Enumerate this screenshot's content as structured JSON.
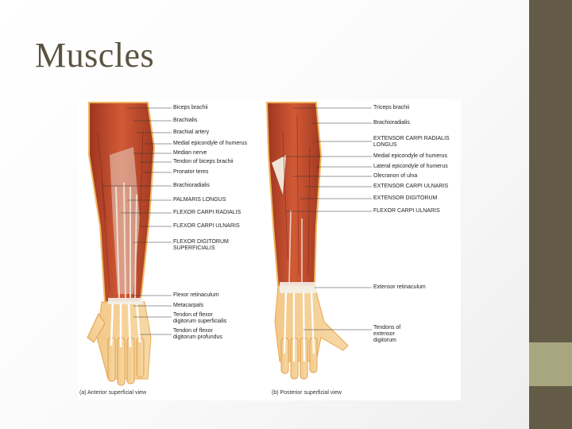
{
  "slide": {
    "title": "Muscles",
    "colors": {
      "sidebar": "#635b45",
      "sidebar_accent": "#a8a67e",
      "title": "#5a5440",
      "muscle": "#c0482a"
    }
  },
  "figure": {
    "anterior": {
      "caption": "(a) Anterior superficial view",
      "labels": [
        "Biceps brachii",
        "Brachialis",
        "Brachial artery",
        "Medial epicondyle of humerus",
        "Median nerve",
        "Tendon of biceps brachii",
        "Pronator teres",
        "Brachioradialis",
        "PALMARIS LONGUS",
        "FLEXOR CARPI RADIALIS",
        "FLEXOR CARPI ULNARIS",
        "FLEXOR DIGITORUM\nSUPERFICIALIS",
        "Flexor retinaculum",
        "Metacarpals",
        "Tendon of flexor\ndigitorum superficialis",
        "Tendon of flexor\ndigitorum profundus"
      ]
    },
    "posterior": {
      "caption": "(b) Posterior superficial view",
      "labels": [
        "Triceps brachii",
        "Brachioradialis",
        "EXTENSOR CARPI RADIALIS\nLONGUS",
        "Medial epicondyle of humerus",
        "Lateral epicondyle of humerus",
        "Olecranon of ulna",
        "EXTENSOR CARPI ULNARIS",
        "EXTENSOR DIGITORUM",
        "FLEXOR CARPI ULNARIS",
        "Extensor retinaculum",
        "Tendons of\nextensor\ndigitorum"
      ]
    }
  }
}
